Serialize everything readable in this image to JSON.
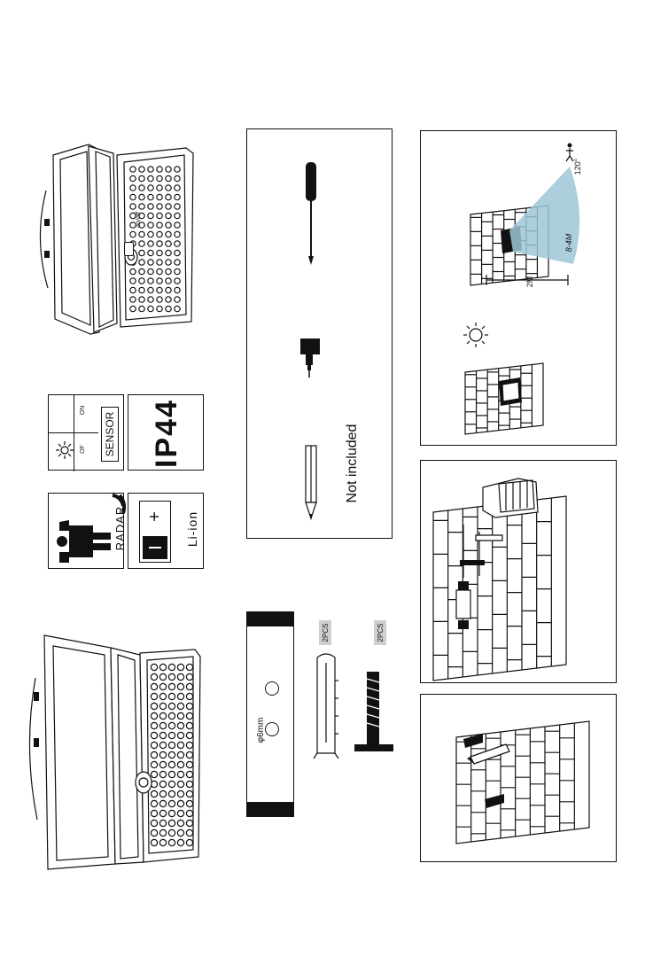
{
  "tools": {
    "not_included": "Not included"
  },
  "badges": {
    "radar": "RADAR",
    "battery": "Li-ion",
    "battery_plus": "+",
    "sensor": "SENSOR",
    "on": "ON",
    "off": "OF",
    "ip_rating": "IP44"
  },
  "mounting": {
    "hole_diameter": "φ6mm",
    "anchor_qty": "2PCS",
    "screw_qty": "2PCS"
  },
  "switch": {
    "label": "on/off"
  },
  "detection": {
    "distance": "2M",
    "range": "8-4M",
    "angle": "120°"
  }
}
